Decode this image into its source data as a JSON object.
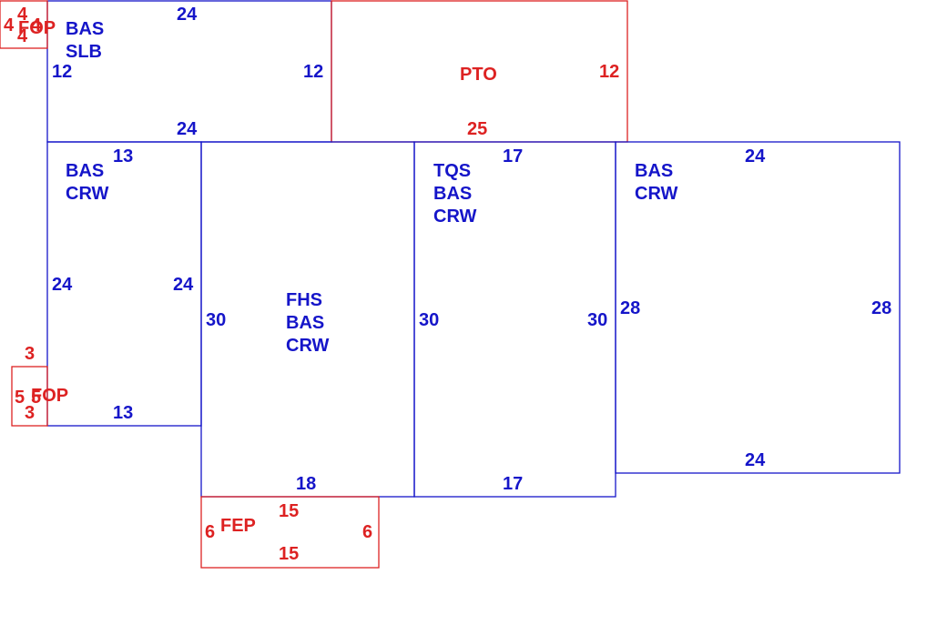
{
  "colors": {
    "main": "#1515c9",
    "accent": "#dd2222"
  },
  "areas": {
    "bas_slb": {
      "line1": "BAS",
      "line2": "SLB",
      "top": "24",
      "bottom": "24",
      "left": "12",
      "right": "12"
    },
    "pto": {
      "label": "PTO",
      "bottom": "25",
      "right": "12"
    },
    "bas_crw_left": {
      "line1": "BAS",
      "line2": "CRW",
      "top": "13",
      "bottom": "13",
      "left": "24",
      "right": "24"
    },
    "fhs_bas_crw": {
      "line1": "FHS",
      "line2": "BAS",
      "line3": "CRW",
      "left": "30",
      "bottom": "18"
    },
    "tqs_bas_crw": {
      "line1": "TQS",
      "line2": "BAS",
      "line3": "CRW",
      "top": "17",
      "bottom": "17",
      "left": "30",
      "right": "30"
    },
    "bas_crw_right": {
      "line1": "BAS",
      "line2": "CRW",
      "top": "24",
      "bottom": "24",
      "left": "28",
      "right": "28"
    },
    "fep": {
      "label": "FEP",
      "top": "15",
      "bottom": "15",
      "left": "6",
      "right": "6"
    },
    "fop_top": {
      "label": "FOP",
      "top": "4",
      "bottom": "4",
      "left": "4",
      "right": "4"
    },
    "fop_bottom": {
      "label": "FOP",
      "top": "3",
      "bottom": "3",
      "left": "5",
      "right": "5"
    }
  }
}
